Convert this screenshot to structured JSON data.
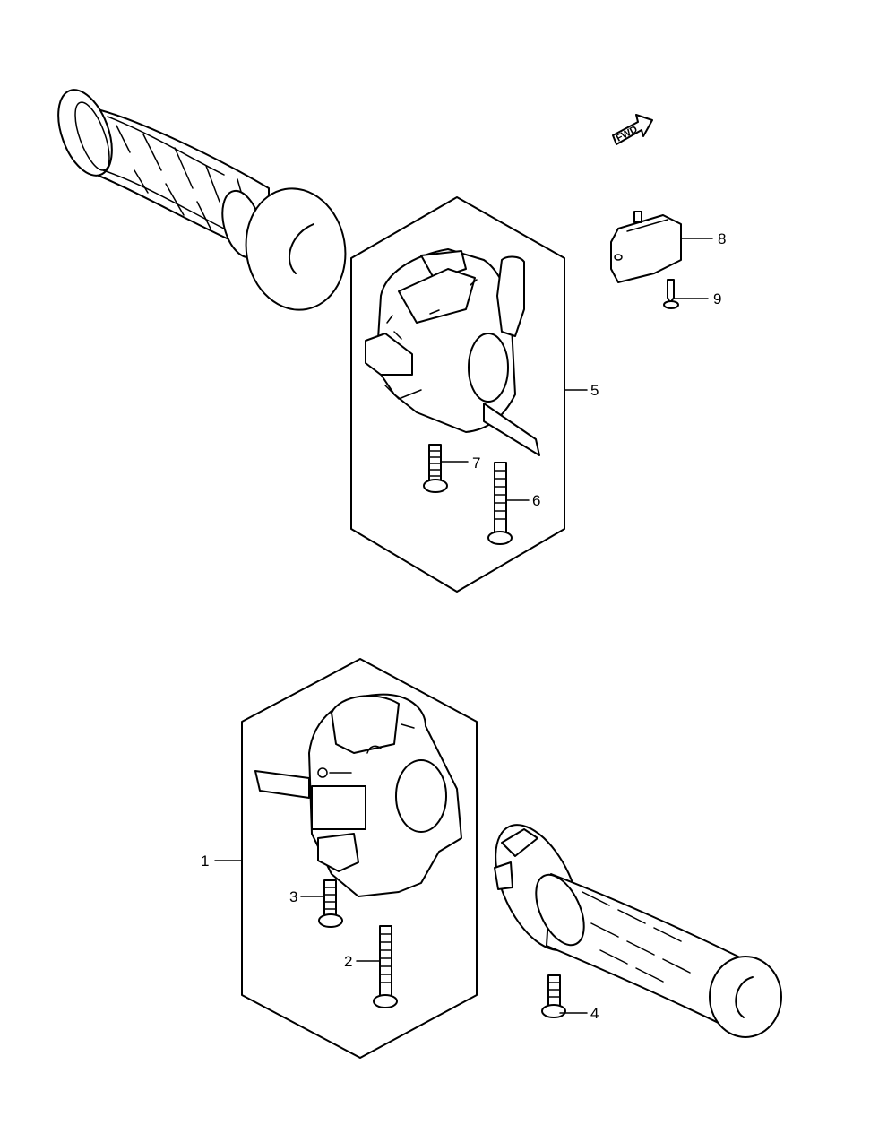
{
  "diagram": {
    "fwd_label": "FWD",
    "callouts": {
      "p1": "1",
      "p2": "2",
      "p3": "3",
      "p4": "4",
      "p5": "5",
      "p6": "6",
      "p7": "7",
      "p8": "8",
      "p9": "9"
    }
  },
  "colors": {
    "line": "#000000",
    "background": "#ffffff"
  }
}
